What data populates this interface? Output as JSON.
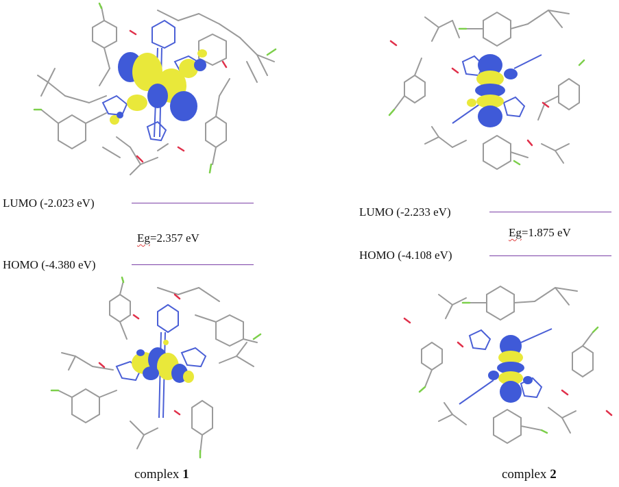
{
  "complex1": {
    "lumo_label": "LUMO (-2.023 eV)",
    "homo_label": "HOMO (-4.380 eV)",
    "gap_prefix": "Eg",
    "gap_value": "=2.357 eV",
    "caption_text": "complex ",
    "caption_number": "1"
  },
  "complex2": {
    "lumo_label": "LUMO (-2.233 eV)",
    "homo_label": "HOMO (-4.108 eV)",
    "gap_prefix": "Eg",
    "gap_value": "=1.875 eV",
    "caption_text": "complex ",
    "caption_number": "2"
  },
  "colors": {
    "bond": "#9a9a9a",
    "nitrogen": "#4a5fd6",
    "oxygen": "#e0304a",
    "fluorine": "#7ccf4a",
    "orbital_blue": "#3f5ad8",
    "orbital_yellow": "#e9e83a",
    "level_line": "#7a3fa6"
  }
}
